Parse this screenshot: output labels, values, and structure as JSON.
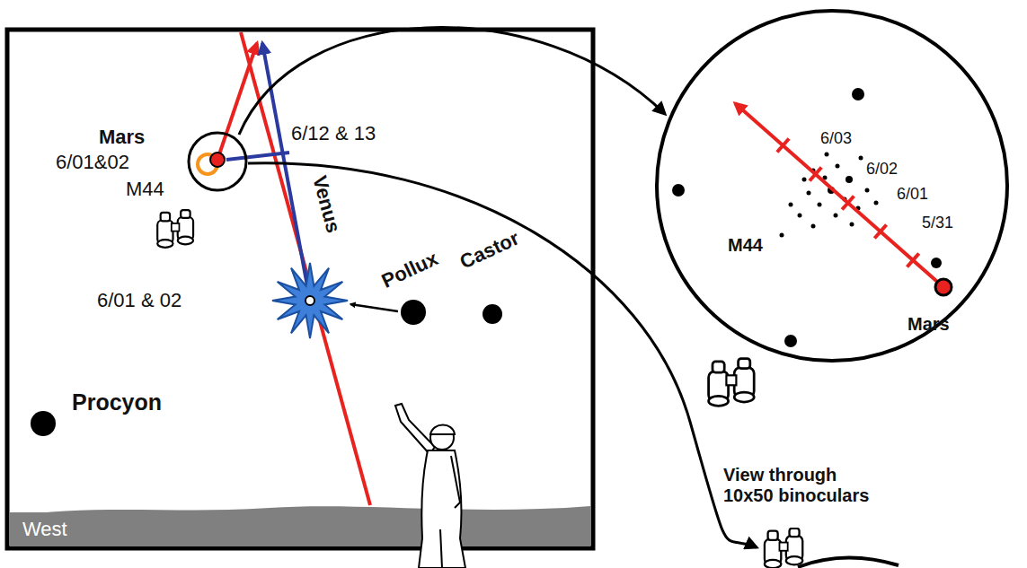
{
  "diagram": {
    "nodes": [
      {
        "text": [
          "West"
        ]
      }
    ],
    "labels": [
      "Mars",
      "6/01&02",
      "6/12 & 13",
      "Venus",
      "M44",
      "Pollux",
      "Castor",
      "6/01 & 02",
      "Procyon",
      "6/03",
      "6/02",
      "6/01",
      "5/31",
      "M44",
      "Mars",
      "View through 10x50 binoculars"
    ]
  }
}
